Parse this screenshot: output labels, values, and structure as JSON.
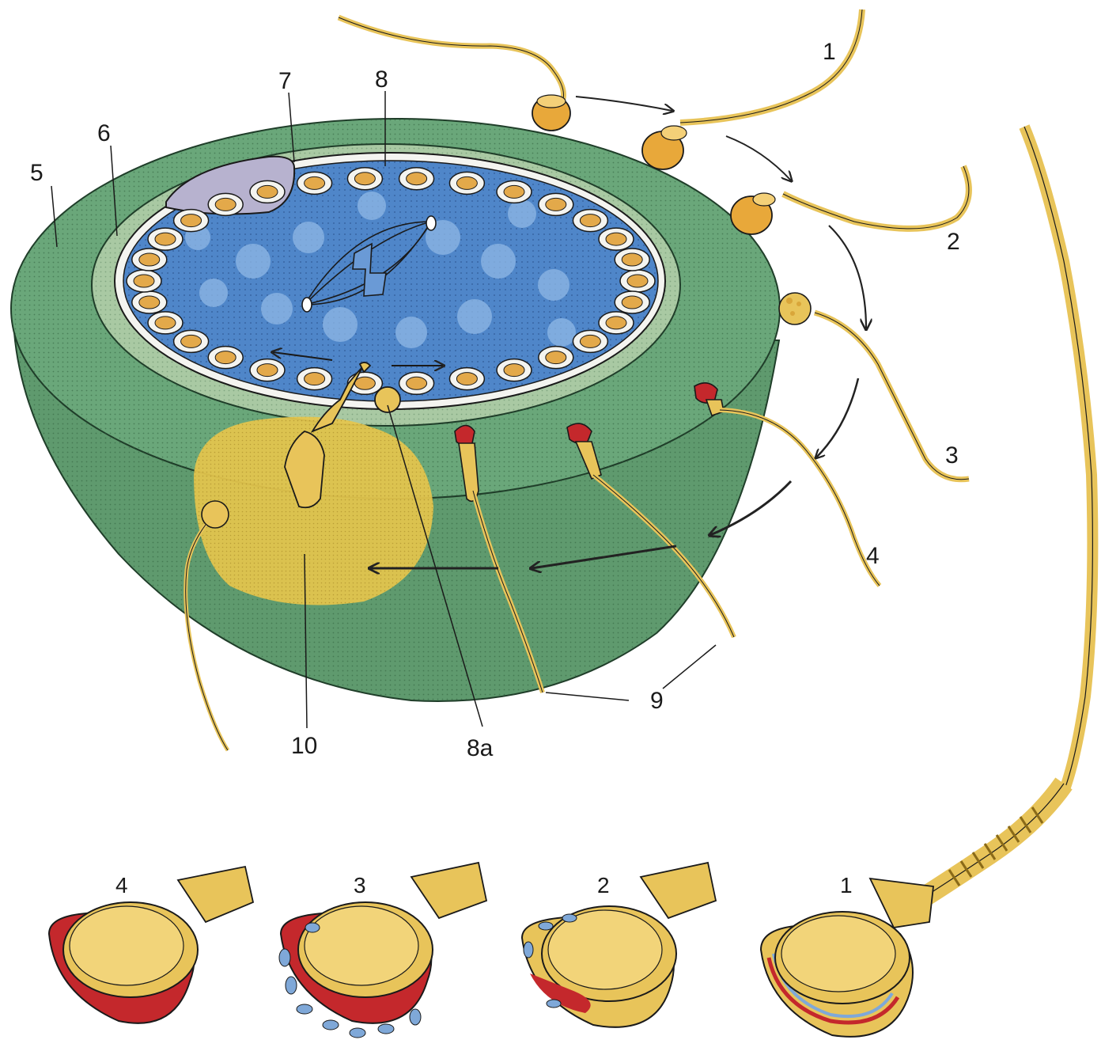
{
  "labels": {
    "l1": "1",
    "l2": "2",
    "l3": "3",
    "l4": "4",
    "l5": "5",
    "l6": "6",
    "l7": "7",
    "l8": "8",
    "l8a": "8a",
    "l9": "9",
    "l10": "10"
  },
  "detail_labels": {
    "d4": "4",
    "d3": "3",
    "d2": "2",
    "d1": "1"
  },
  "colors": {
    "jelly_coat": "#5f9a6e",
    "zona": "#a9c9a3",
    "cytoplasm": "#4f86c9",
    "granule": "#e3a94a",
    "sperm": "#e8c45a",
    "acrosome": "#c4282c",
    "fertilization_cone": "#e6c64c"
  }
}
